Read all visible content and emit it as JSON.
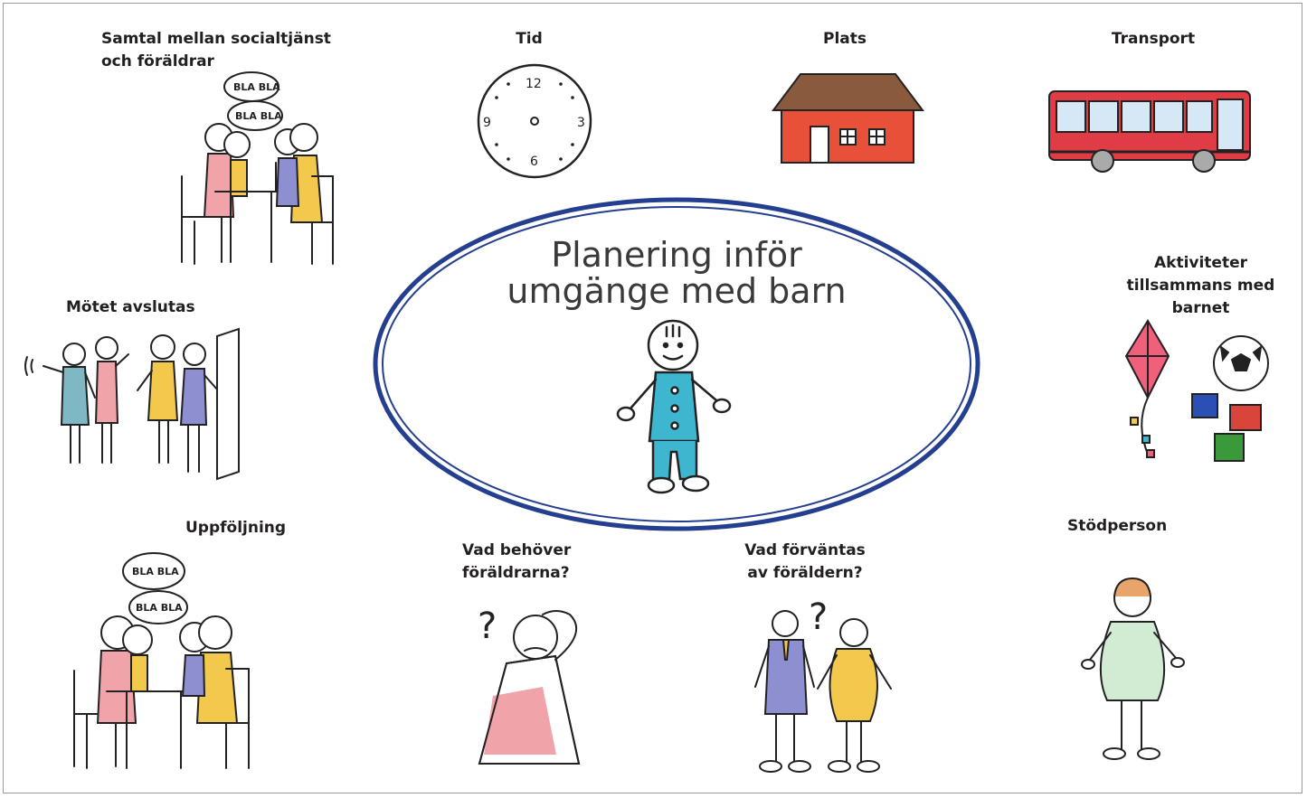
{
  "center": {
    "title_line1": "Planering inför",
    "title_line2": "umgänge med barn"
  },
  "topics": {
    "samtal": {
      "line1": "Samtal mellan socialtjänst",
      "line2": "och föräldrar"
    },
    "tid": {
      "label": "Tid"
    },
    "plats": {
      "label": "Plats"
    },
    "transport": {
      "label": "Transport"
    },
    "motet": {
      "label": "Mötet avslutas"
    },
    "aktiviteter": {
      "line1": "Aktiviteter",
      "line2": "tillsammans med",
      "line3": "barnet"
    },
    "uppfoljning": {
      "label": "Uppföljning"
    },
    "behover": {
      "line1": "Vad behöver",
      "line2": "föräldrarna?"
    },
    "forvantas": {
      "line1": "Vad förväntas",
      "line2": "av föräldern?"
    },
    "stodperson": {
      "label": "Stödperson"
    }
  },
  "clock": {
    "n12": "12",
    "n3": "3",
    "n6": "6",
    "n9": "9"
  },
  "bubbles": {
    "b1": "BLA BLA",
    "b2": "BLA BLA",
    "b3": "BLA BLA",
    "b4": "BLA BLA"
  },
  "marks": {
    "question": "?"
  },
  "colors": {
    "ellipse": "#243f8f",
    "pink": "#f0a3a8",
    "cyan": "#3fb6d0",
    "yellow": "#f2c94c",
    "purple": "#8d8fd0",
    "house": "#e8503a",
    "bus": "#e03c45",
    "kite": "#f0607a"
  }
}
